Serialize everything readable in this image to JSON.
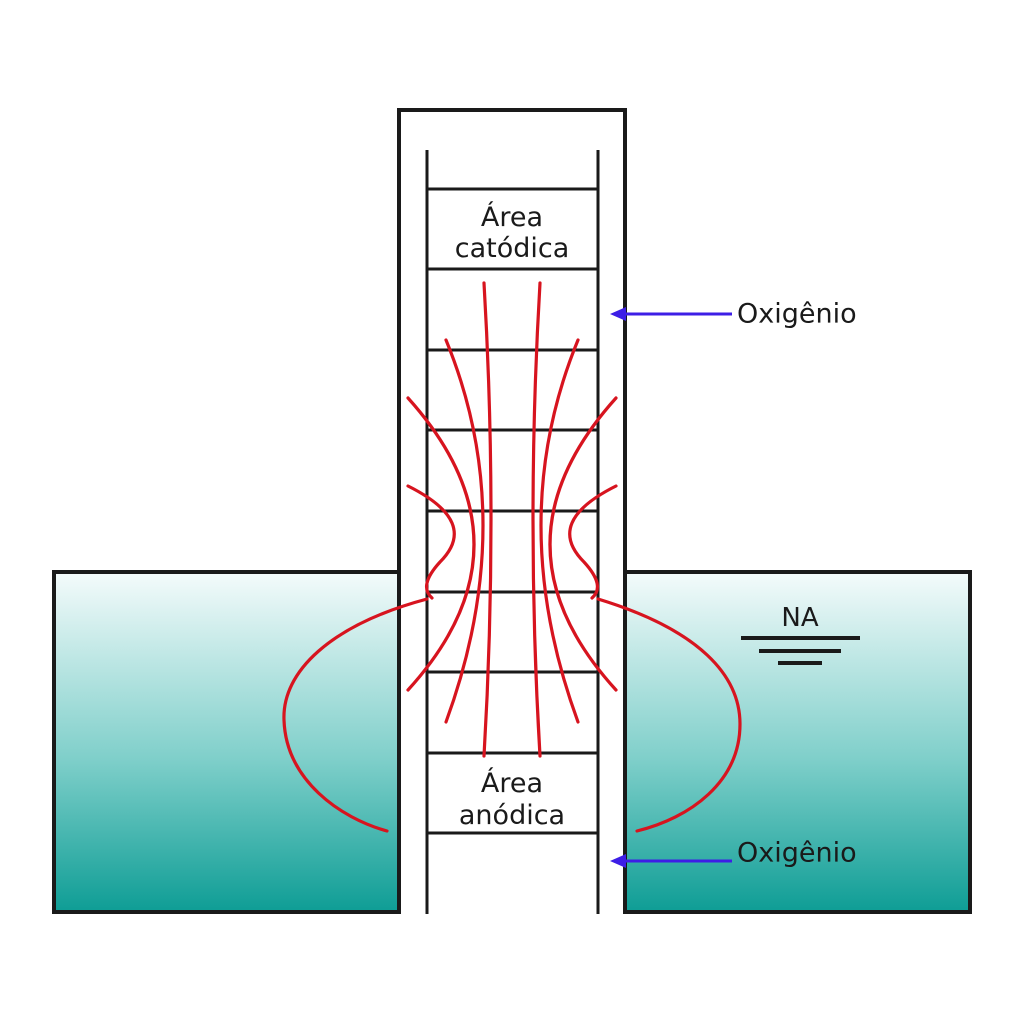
{
  "labels": {
    "cathodic_line1": "Área",
    "cathodic_line2": "catódica",
    "anodic_line1": "Área",
    "anodic_line2": "anódica",
    "oxygen_top": "Oxigênio",
    "oxygen_bottom": "Oxigênio",
    "water_level": "NA"
  },
  "colors": {
    "outline": "#1a1a1a",
    "current_lines": "#d7141f",
    "arrows": "#3d1ee6",
    "water_top": "#f4fbfb",
    "water_bottom": "#0e9d95",
    "background": "#ffffff"
  }
}
